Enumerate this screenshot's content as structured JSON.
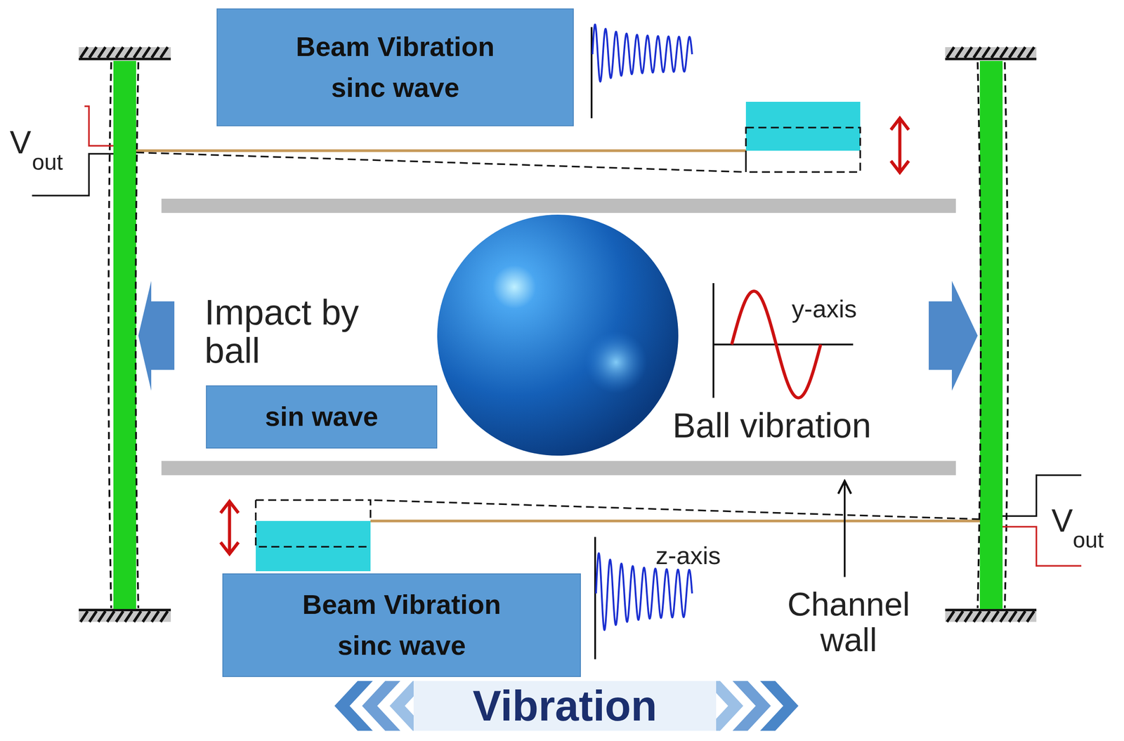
{
  "diagram": {
    "nodes": [
      {
        "text": [
          "Beam Vibration",
          "sinc wave"
        ]
      },
      {
        "text": [
          "sin wave"
        ]
      },
      {
        "text": [
          "Beam Vibration",
          "sinc wave"
        ]
      }
    ],
    "labels": [
      "V",
      "out",
      "Impact by ball",
      "y-axis",
      "Ball vibration",
      "z-axis",
      "Channel wall",
      "V",
      "out",
      "Vibration"
    ]
  }
}
